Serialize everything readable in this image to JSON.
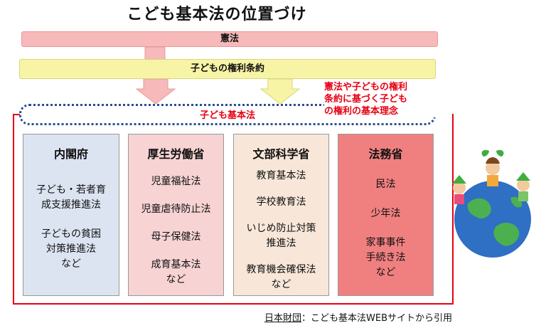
{
  "title": "こども基本法の位置づけ",
  "bars": {
    "kenpo": "憲法",
    "joyaku": "子どもの権利条約"
  },
  "core_law": "子ども基本法",
  "note": "憲法や子どもの権利\n条約に基づく子ども\nの権利の基本理念",
  "columns": [
    {
      "head": "内閣府",
      "items": [
        "子ども・若者育\n成支援推進法",
        "子どもの貧困\n対策推進法\nなど"
      ]
    },
    {
      "head": "厚生労働省",
      "items": [
        "児童福祉法",
        "児童虐待防止法",
        "母子保健法",
        "成育基本法\nなど"
      ]
    },
    {
      "head": "文部科学省",
      "items": [
        "教育基本法",
        "学校教育法",
        "いじめ防止対策\n推進法",
        "教育機会確保法\nなど"
      ]
    },
    {
      "head": "法務省",
      "items": [
        "民法",
        "少年法",
        "家事事件\n手続き法\nなど"
      ]
    }
  ],
  "credit": {
    "source": "日本財団",
    "rest": "：こども基本法WEBサイトから引用"
  }
}
